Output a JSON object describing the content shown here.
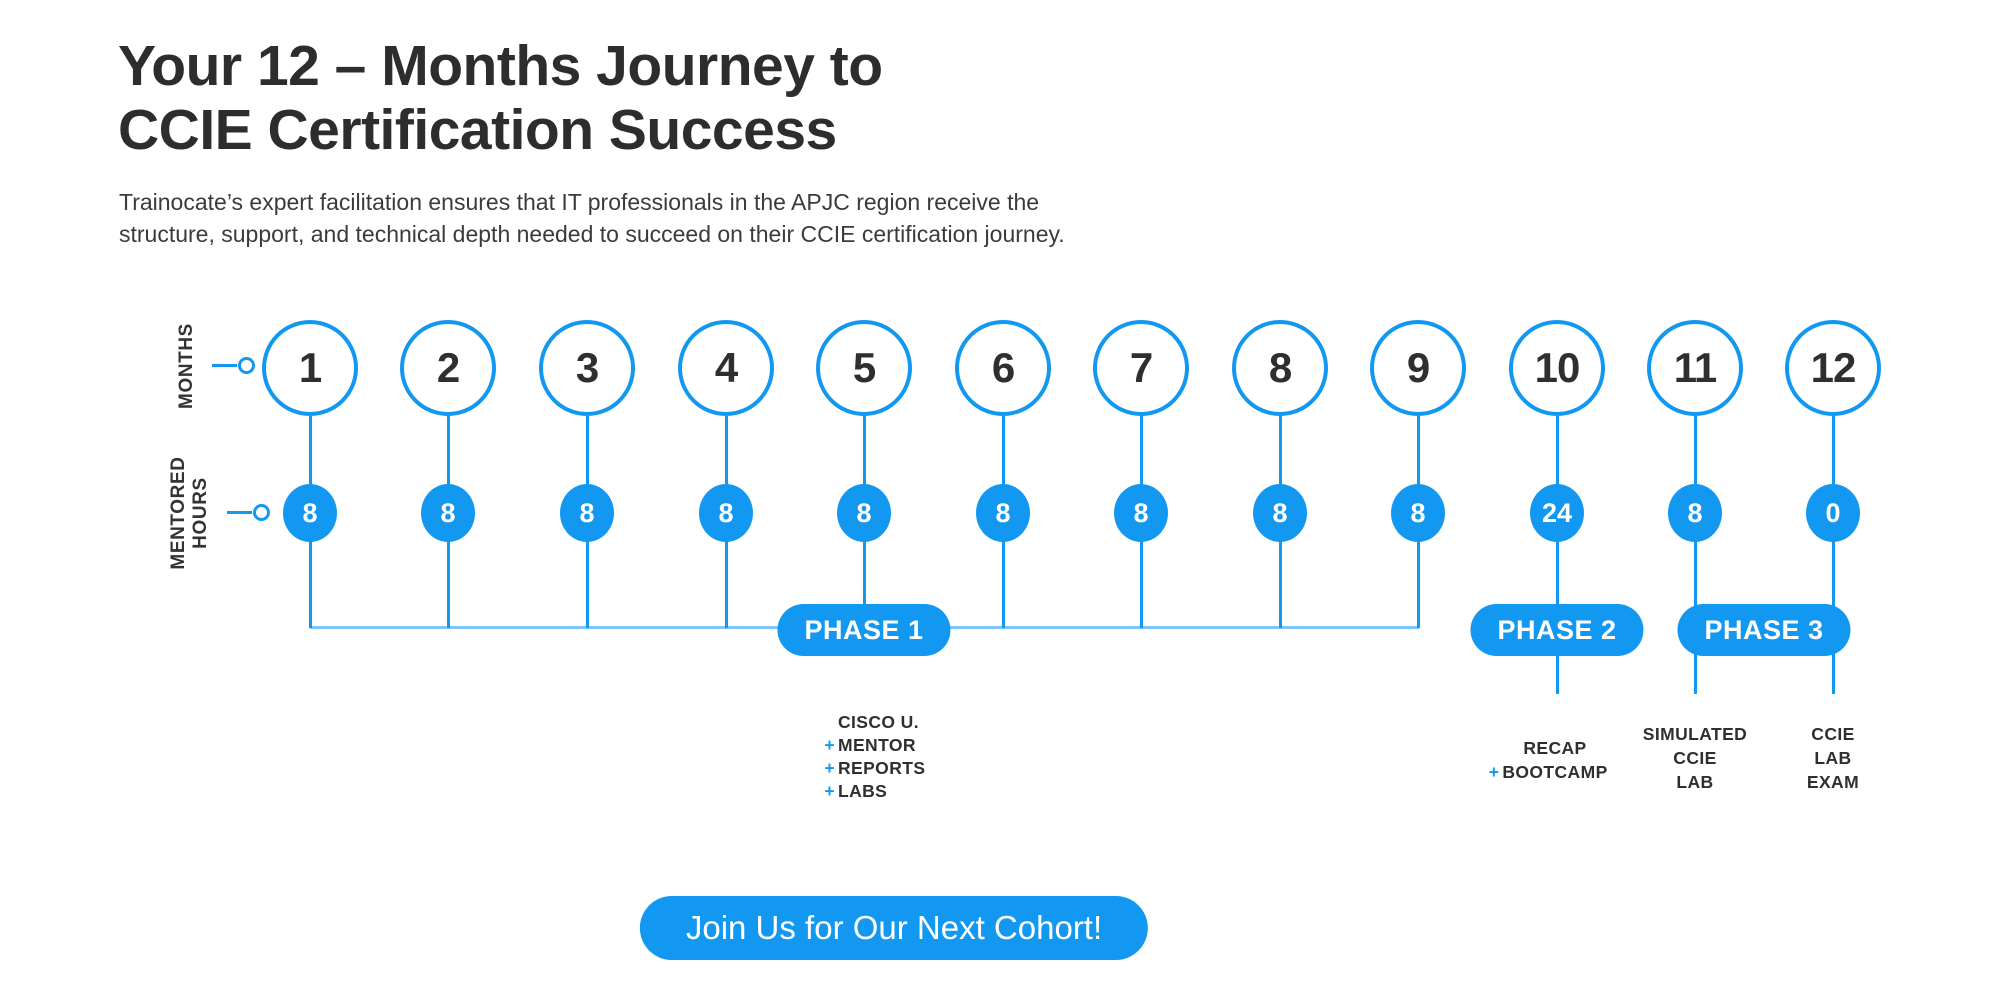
{
  "header": {
    "title_line1": "Your 12 – Months Journey to",
    "title_line2": "CCIE Certification Success",
    "subtitle_line1": "Trainocate’s expert facilitation ensures that IT professionals in the APJC region receive the",
    "subtitle_line2": "structure, support, and technical depth needed to succeed on their CCIE certification journey."
  },
  "axis": {
    "months_label": "MONTHS",
    "hours_label_line1": "MENTORED",
    "hours_label_line2": "HOURS"
  },
  "columns": [
    {
      "month": "1",
      "hours": "8"
    },
    {
      "month": "2",
      "hours": "8"
    },
    {
      "month": "3",
      "hours": "8"
    },
    {
      "month": "4",
      "hours": "8"
    },
    {
      "month": "5",
      "hours": "8"
    },
    {
      "month": "6",
      "hours": "8"
    },
    {
      "month": "7",
      "hours": "8"
    },
    {
      "month": "8",
      "hours": "8"
    },
    {
      "month": "9",
      "hours": "8"
    },
    {
      "month": "10",
      "hours": "24"
    },
    {
      "month": "11",
      "hours": "8"
    },
    {
      "month": "12",
      "hours": "0"
    }
  ],
  "phases": [
    {
      "label": "PHASE 1"
    },
    {
      "label": "PHASE 2"
    },
    {
      "label": "PHASE 3"
    }
  ],
  "phase1_items": [
    {
      "plus": "",
      "text": "CISCO U."
    },
    {
      "plus": "+",
      "text": "MENTOR"
    },
    {
      "plus": "+",
      "text": "REPORTS"
    },
    {
      "plus": "+",
      "text": "LABS"
    }
  ],
  "phase2_items": [
    {
      "plus": "",
      "text": "RECAP"
    },
    {
      "plus": "+",
      "text": "BOOTCAMP"
    }
  ],
  "month11_note": {
    "line1": "SIMULATED",
    "line2": "CCIE",
    "line3": "LAB"
  },
  "month12_note": {
    "line1": "CCIE",
    "line2": "LAB",
    "line3": "EXAM"
  },
  "cta": {
    "label": "Join Us for Our Next Cohort!"
  },
  "colors": {
    "accent": "#1398f2",
    "connector": "#7ec6f9",
    "text_dark": "#2d2d2d"
  }
}
